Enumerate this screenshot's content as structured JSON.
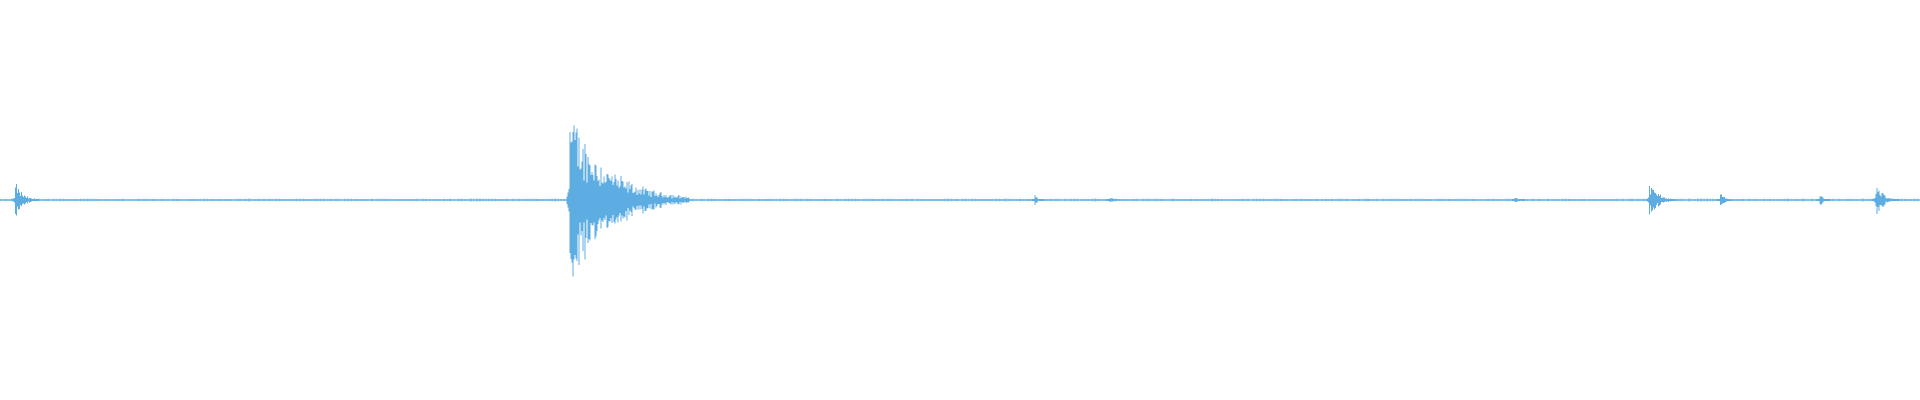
{
  "waveform": {
    "color": "#5DADE2",
    "background": "#FFFFFF",
    "amplitude_scale": "linear",
    "bursts": [
      {
        "position": 0.008,
        "amplitude": 0.1
      },
      {
        "position": 0.297,
        "amplitude": 0.5
      },
      {
        "position": 0.539,
        "amplitude": 0.03
      },
      {
        "position": 0.578,
        "amplitude": 0.02
      },
      {
        "position": 0.789,
        "amplitude": 0.02
      },
      {
        "position": 0.859,
        "amplitude": 0.11
      },
      {
        "position": 0.896,
        "amplitude": 0.05
      },
      {
        "position": 0.948,
        "amplitude": 0.04
      },
      {
        "position": 0.977,
        "amplitude": 0.1
      }
    ]
  }
}
